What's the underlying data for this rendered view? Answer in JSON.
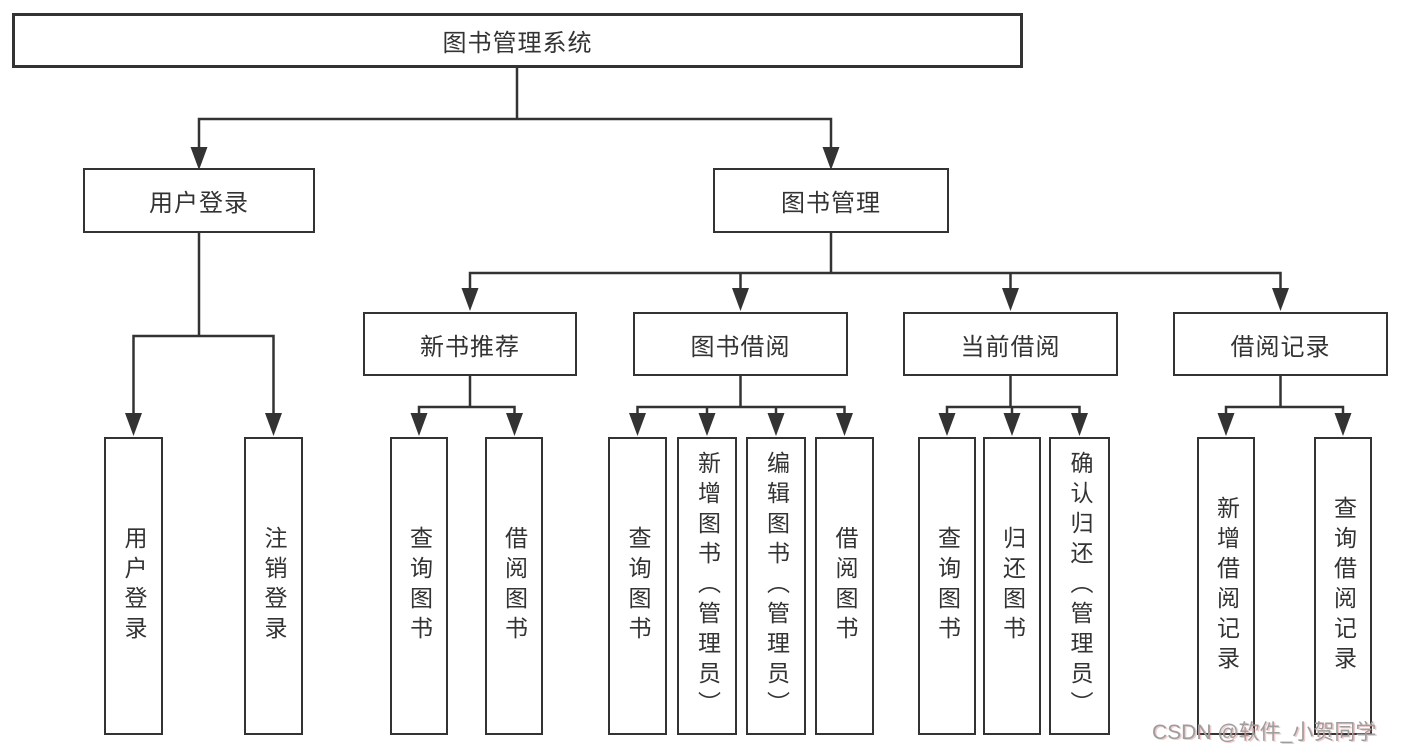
{
  "diagram": {
    "nodes": {
      "root": "图书管理系统",
      "user_login": "用户登录",
      "book_mgmt": "图书管理",
      "new_books": "新书推荐",
      "book_borrow": "图书借阅",
      "current_borrow": "当前借阅",
      "borrow_records": "借阅记录",
      "leaf_user_login": "用户登录",
      "leaf_logout": "注销登录",
      "leaf_query_books_1": "查询图书",
      "leaf_borrow_books_1": "借阅图书",
      "leaf_query_books_2": "查询图书",
      "leaf_add_books_admin": "新增图书（管理员）",
      "leaf_edit_books_admin": "编辑图书（管理员）",
      "leaf_borrow_books_2": "借阅图书",
      "leaf_query_books_3": "查询图书",
      "leaf_return_books": "归还图书",
      "leaf_confirm_return_admin": "确认归还（管理员）",
      "leaf_add_borrow_record": "新增借阅记录",
      "leaf_query_borrow_record": "查询借阅记录"
    },
    "hierarchy": {
      "图书管理系统": [
        "用户登录",
        "图书管理"
      ],
      "用户登录": [
        "用户登录",
        "注销登录"
      ],
      "图书管理": [
        "新书推荐",
        "图书借阅",
        "当前借阅",
        "借阅记录"
      ],
      "新书推荐": [
        "查询图书",
        "借阅图书"
      ],
      "图书借阅": [
        "查询图书",
        "新增图书（管理员）",
        "编辑图书（管理员）",
        "借阅图书"
      ],
      "当前借阅": [
        "查询图书",
        "归还图书",
        "确认归还（管理员）"
      ],
      "借阅记录": [
        "新增借阅记录",
        "查询借阅记录"
      ]
    },
    "colors": {
      "line": "#333333",
      "box_background": "#ffffff",
      "watermark": "#9d9d9d"
    }
  },
  "watermark": {
    "text": "CSDN @软件_小贺同学"
  }
}
